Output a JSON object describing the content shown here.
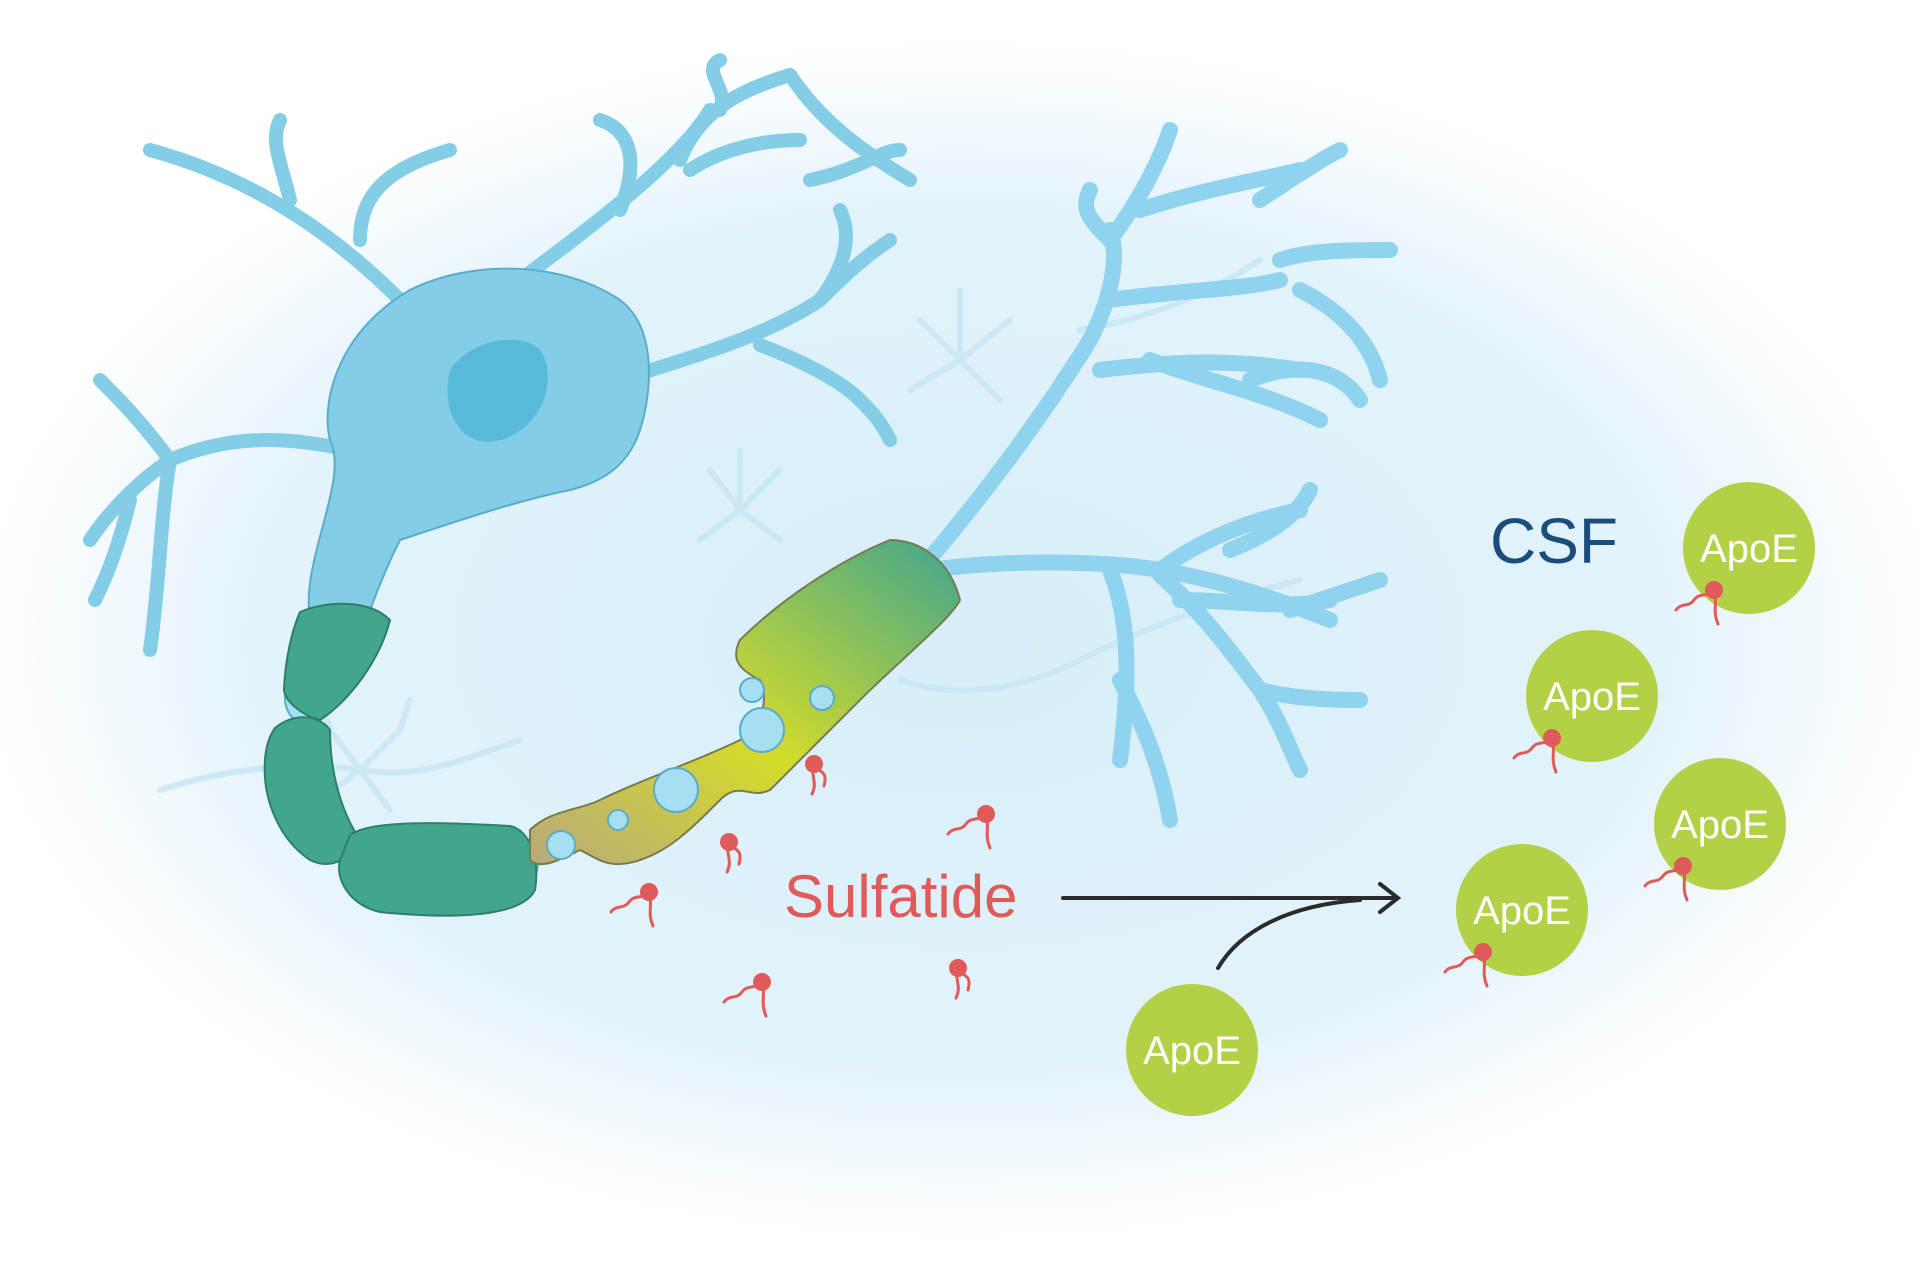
{
  "labels": {
    "csf": "CSF",
    "sulfatide": "Sulfatide",
    "apoe_unbound": "ApoE",
    "apoe_bound": [
      "ApoE",
      "ApoE",
      "ApoE",
      "ApoE"
    ]
  },
  "colors": {
    "background_glow": "#d6eef8",
    "neuron": "#84cde6",
    "neuron_stroke": "#5aaccb",
    "nucleus": "#58b9d9",
    "myelin": "#41a68c",
    "myelin_damaged_start": "#b9a97a",
    "myelin_damaged_mid": "#d4dc2a",
    "apoe": "#b2d147",
    "sulfatide": "#e05a5a",
    "csf_text": "#1a4d7c",
    "arrow": "#2b2b2b"
  },
  "icons": [
    "neuron-icon",
    "myelin-sheath-icon",
    "sulfatide-lipid-icon",
    "apoe-particle-icon",
    "arrow-icon"
  ]
}
